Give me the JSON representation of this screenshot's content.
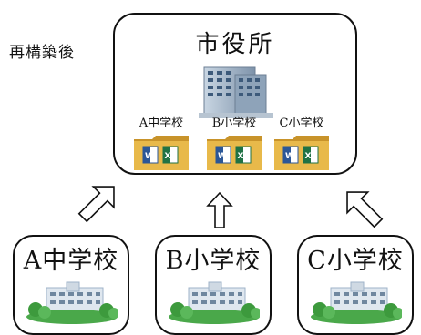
{
  "caption": "再構築後",
  "city_hall": {
    "title": "市役所",
    "folders": [
      {
        "label": "A中学校"
      },
      {
        "label": "B小学校"
      },
      {
        "label": "C小学校"
      }
    ]
  },
  "schools": [
    {
      "name": "A中学校"
    },
    {
      "name": "B小学校"
    },
    {
      "name": "C小学校"
    }
  ],
  "colors": {
    "folder": "#e8b94a",
    "folder_dark": "#c8932a",
    "word": "#2b5797",
    "excel": "#207245",
    "grass": "#4aa84a",
    "building": "#9fb3c8"
  },
  "icons": [
    "office-building-icon",
    "folder-icon",
    "word-doc-icon",
    "excel-sheet-icon",
    "school-building-icon",
    "up-arrow-icon"
  ]
}
